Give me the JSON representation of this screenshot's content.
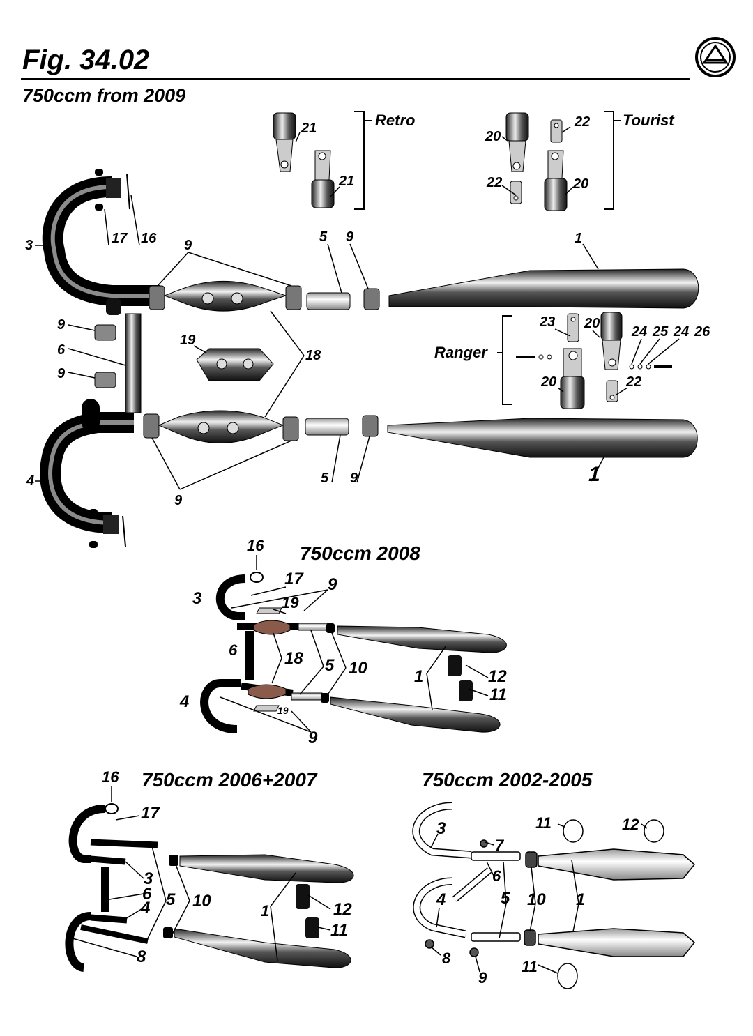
{
  "header": {
    "title": "Fig. 34.02",
    "subtitle": "750ccm from 2009"
  },
  "groups": {
    "retro": "Retro",
    "tourist": "Tourist",
    "ranger": "Ranger"
  },
  "sections": {
    "s2008": "750ccm 2008",
    "s2006": "750ccm 2006+2007",
    "s2002": "750ccm 2002-2005"
  },
  "callouts": {
    "main": [
      "21",
      "21",
      "20",
      "22",
      "22",
      "20",
      "17",
      "16",
      "3",
      "9",
      "5",
      "9",
      "1",
      "9",
      "6",
      "9",
      "19",
      "18",
      "23",
      "20",
      "24",
      "25",
      "24",
      "26",
      "20",
      "22",
      "4",
      "5",
      "9",
      "1",
      "9"
    ],
    "s2008": [
      "16",
      "17",
      "9",
      "3",
      "19",
      "6",
      "18",
      "5",
      "10",
      "1",
      "12",
      "11",
      "4",
      "19",
      "9"
    ],
    "s2006": [
      "16",
      "17",
      "3",
      "6",
      "4",
      "5",
      "10",
      "1",
      "12",
      "11",
      "8"
    ],
    "s2002": [
      "3",
      "7",
      "11",
      "12",
      "6",
      "5",
      "10",
      "1",
      "4",
      "8",
      "9",
      "11"
    ]
  },
  "colors": {
    "ink": "#000000",
    "chrome": "#cfcfcf",
    "paper": "#ffffff"
  }
}
